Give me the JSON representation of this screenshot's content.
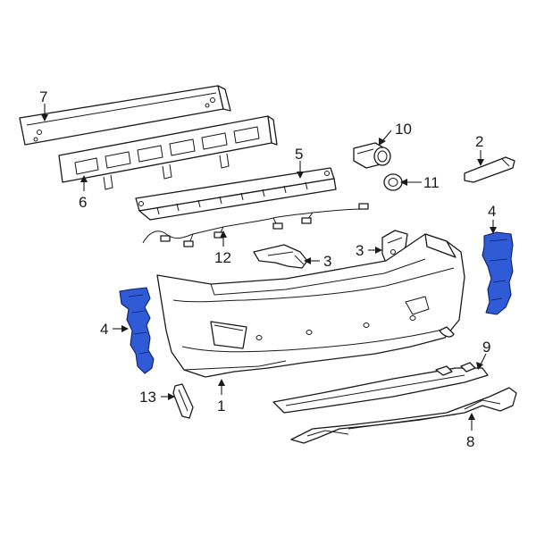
{
  "diagram": {
    "callouts": {
      "c1": "1",
      "c2": "2",
      "c3a": "3",
      "c3b": "3",
      "c4a": "4",
      "c4b": "4",
      "c5": "5",
      "c6": "6",
      "c7": "7",
      "c8": "8",
      "c9": "9",
      "c10": "10",
      "c11": "11",
      "c12": "12",
      "c13": "13"
    },
    "colors": {
      "highlight": "#2f5bd6",
      "line": "#1a1a1a",
      "background": "#ffffff"
    }
  }
}
